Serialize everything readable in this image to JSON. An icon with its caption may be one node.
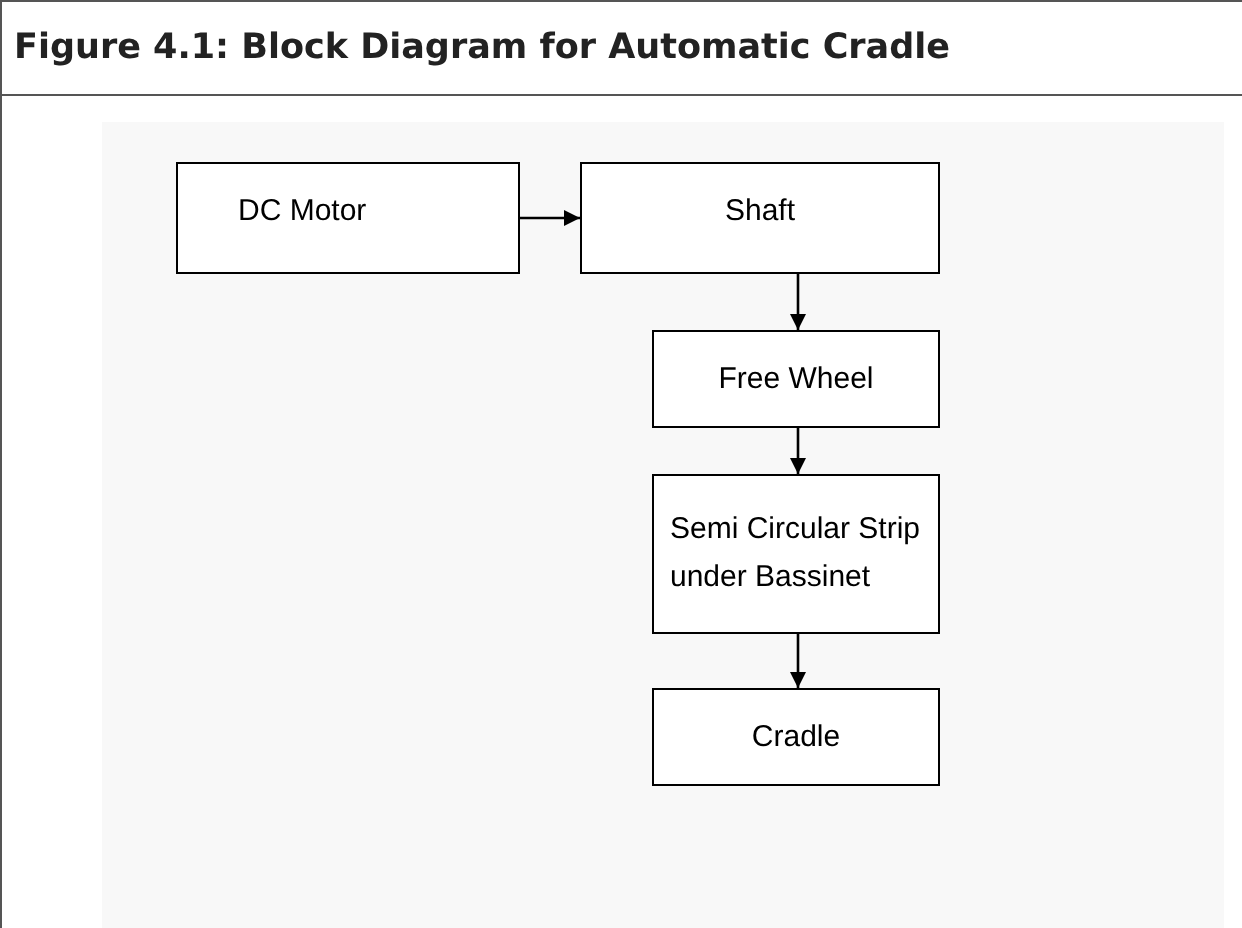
{
  "diagram": {
    "title": "Figure 4.1: Block Diagram for Automatic Cradle",
    "nodes": [
      {
        "text": [
          "DC Motor"
        ]
      },
      {
        "text": [
          "Shaft"
        ]
      },
      {
        "text": [
          "Free Wheel"
        ]
      },
      {
        "text": [
          "Semi Circular Strip under Bassinet"
        ]
      },
      {
        "text": [
          "Cradle"
        ]
      }
    ],
    "edges": [
      {
        "from": 0,
        "to": 1,
        "arrow": "to"
      },
      {
        "from": 1,
        "to": 2,
        "arrow": "to"
      },
      {
        "from": 2,
        "to": 3,
        "arrow": "to"
      },
      {
        "from": 3,
        "to": 4,
        "arrow": "to"
      }
    ]
  }
}
